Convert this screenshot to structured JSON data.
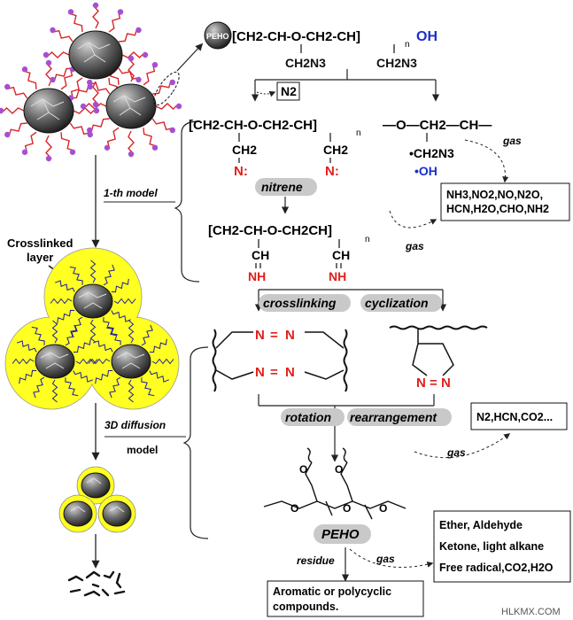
{
  "top_formula": {
    "peho_label": "PEHO",
    "main_chain": "[CH2-CH-O-CH2-CH]",
    "subscript_n": "n",
    "end_group": "OH",
    "side_group_1": "CH2N3",
    "side_group_2": "CH2N3"
  },
  "n2_box": "N2",
  "nitrene_polymer": {
    "main_chain": "[CH2-CH-O-CH2-CH]",
    "subscript_n": "n",
    "side_1": "CH2",
    "side_2": "CH2",
    "n_1": "N:",
    "n_2": "N:"
  },
  "radical_fragment": {
    "chain": "—O—CH2—CH—",
    "side": "•CH2N3",
    "oh": "•OH"
  },
  "gas_products_box": [
    "NH3,NO2,NO,N2O,",
    "HCN,H2O,CHO,NH2"
  ],
  "imine_polymer": {
    "main_chain": "[CH2-CH-O-CH2CH]",
    "subscript_n": "n",
    "side_1": "CH",
    "side_2": "CH",
    "nh_1": "NH",
    "nh_2": "NH"
  },
  "labels": {
    "first_model": "1-th model",
    "nitrene": "nitrene",
    "crosslinked_layer_1": "Crosslinked",
    "crosslinked_layer_2": "layer",
    "crosslinking": "crosslinking",
    "cyclization": "cyclization",
    "rotation": "rotation",
    "rearrangement": "rearrangement",
    "diffusion_1": "3D diffusion",
    "diffusion_2": "model",
    "peho": "PEHO",
    "residue": "residue",
    "gas": "gas"
  },
  "azo": {
    "n": "N",
    "eq": "=",
    "n2": "N"
  },
  "gas_box_2": "N2,HCN,CO2...",
  "products_box": [
    "Ether,   Aldehyde",
    "Ketone, light alkane",
    "Free radical,CO2,H2O"
  ],
  "residue_box": [
    "Aromatic or polycyclic",
    "compounds."
  ],
  "watermark": "HLKMX.COM",
  "colors": {
    "azide_red": "#e0201c",
    "oh_blue": "#1a2fd0",
    "arm_red": "#d8262a",
    "bead_purple": "#a64fd1",
    "halo_yellow": "#ffff22",
    "wave_blue": "#1a1aa0",
    "pill_gray": "#c9c9c9"
  }
}
